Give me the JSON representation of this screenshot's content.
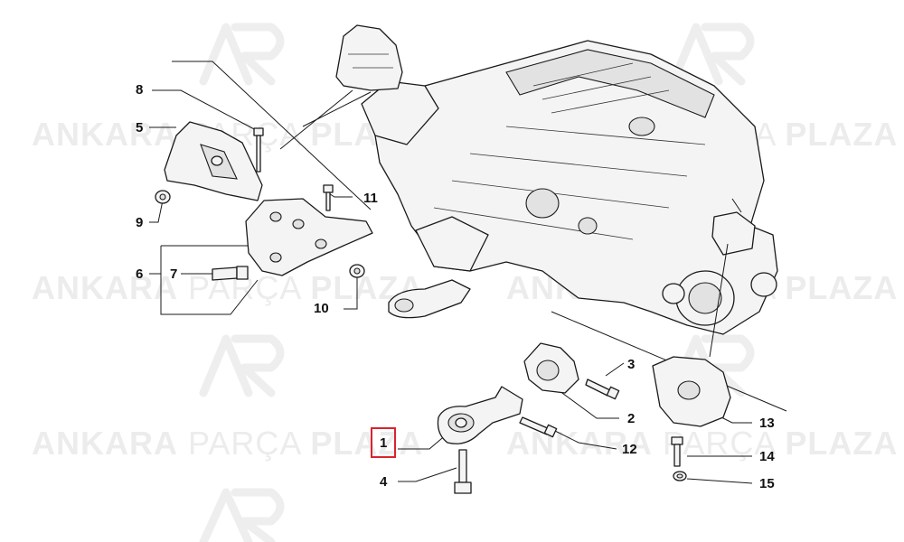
{
  "watermark": {
    "word1": "ANKARA",
    "word2": "PARÇA",
    "word3": "PLAZA"
  },
  "callouts": [
    {
      "id": "1",
      "label": "1",
      "highlighted": true
    },
    {
      "id": "2",
      "label": "2"
    },
    {
      "id": "3",
      "label": "3"
    },
    {
      "id": "4",
      "label": "4"
    },
    {
      "id": "5",
      "label": "5"
    },
    {
      "id": "6",
      "label": "6"
    },
    {
      "id": "7",
      "label": "7"
    },
    {
      "id": "8",
      "label": "8"
    },
    {
      "id": "9",
      "label": "9"
    },
    {
      "id": "10",
      "label": "10"
    },
    {
      "id": "11",
      "label": "11"
    },
    {
      "id": "12",
      "label": "12"
    },
    {
      "id": "13",
      "label": "13"
    },
    {
      "id": "14",
      "label": "14"
    },
    {
      "id": "15",
      "label": "15"
    }
  ],
  "colors": {
    "highlight": "#d9232e",
    "line": "#1a1a1a",
    "watermark": "#ececec"
  }
}
